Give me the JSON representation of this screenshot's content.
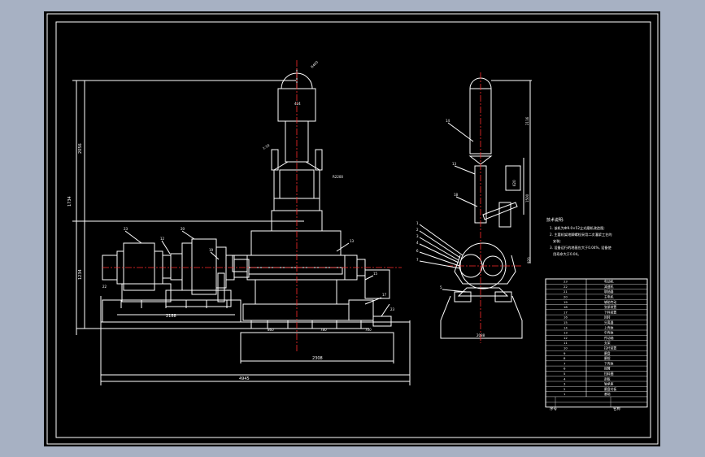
{
  "drawing": {
    "background_color": "#000000",
    "paper_color": "#a7b1c3",
    "line_color": "#ffffff",
    "centerline_color": "#ff2b2b"
  },
  "front_view": {
    "part_labels": [
      "23",
      "20",
      "12",
      "19",
      "22",
      "13",
      "15",
      "17",
      "23"
    ],
    "dims": {
      "overall_length": "4945",
      "base_length": "2188",
      "foundation_length": "2308",
      "left_height": "1734",
      "upper_height": "2056",
      "lower_height": "1234",
      "sub_a": "860",
      "sub_b": "780",
      "sub_c": "700",
      "top_width": "424",
      "radius_top": "R400",
      "radius_mid": "R2200",
      "angle": "1:10"
    }
  },
  "side_view": {
    "part_labels": [
      "14",
      "13",
      "18",
      "1",
      "2",
      "3",
      "4",
      "5",
      "6",
      "7"
    ],
    "dims": {
      "height_top": "2116",
      "height_mid": "1500",
      "width_bottom": "2088",
      "side_a": "620",
      "side_b": "920"
    }
  },
  "tech_notes": {
    "title": "技术说明:",
    "lines": [
      "1. 该机为Ф9.0×52立式磨机改造图;",
      "2. 主要机架地脚螺栓采用二次灌浆工艺的",
      "安装;",
      "3. 设备运行的地基应大于0.04%, 设备使",
      "用寿命大于0.04。"
    ]
  },
  "parts_table": {
    "rows": [
      {
        "no": "23",
        "name": "电动机"
      },
      {
        "no": "22",
        "name": "减速机"
      },
      {
        "no": "21",
        "name": "联轴器"
      },
      {
        "no": "20",
        "name": "主电机"
      },
      {
        "no": "19",
        "name": "辅助传动"
      },
      {
        "no": "18",
        "name": "张紧装置"
      },
      {
        "no": "17",
        "name": "下料装置"
      },
      {
        "no": "16",
        "name": "回转"
      },
      {
        "no": "15",
        "name": "分离器"
      },
      {
        "no": "14",
        "name": "上壳体"
      },
      {
        "no": "13",
        "name": "中壳体"
      },
      {
        "no": "12",
        "name": "传动轴"
      },
      {
        "no": "11",
        "name": "支架"
      },
      {
        "no": "10",
        "name": "拉杆装置"
      },
      {
        "no": "9",
        "name": "磨盘"
      },
      {
        "no": "8",
        "name": "磨辊"
      },
      {
        "no": "7",
        "name": "下壳体"
      },
      {
        "no": "6",
        "name": "摇臂"
      },
      {
        "no": "5",
        "name": "挡料圈"
      },
      {
        "no": "4",
        "name": "刮板"
      },
      {
        "no": "3",
        "name": "轴承座"
      },
      {
        "no": "2",
        "name": "磨盘衬板"
      },
      {
        "no": "1",
        "name": "基础"
      }
    ],
    "footer_no": "序号",
    "footer_name": "名称"
  }
}
